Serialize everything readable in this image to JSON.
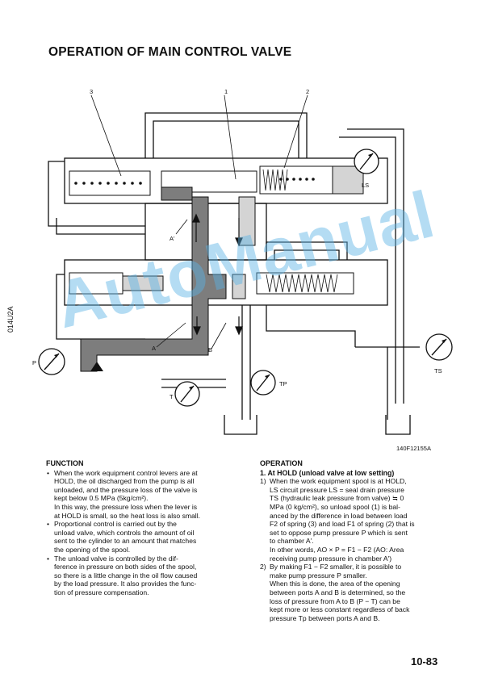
{
  "title": "OPERATION OF MAIN CONTROL VALVE",
  "side_code": "014U2A",
  "figure_code": "140F12155A",
  "diagram_labels": {
    "n1": "1",
    "n2": "2",
    "n3": "3",
    "a_prime": "A'",
    "a": "A",
    "b": "B",
    "ls": "LS",
    "ts": "TS",
    "tp": "TP",
    "p": "P",
    "t": "T"
  },
  "function": {
    "heading": "FUNCTION",
    "bullets": [
      [
        "When the work equipment control levers are at",
        "HOLD, the oil discharged from the pump is all",
        "unloaded, and the pressure loss of the valve is",
        "kept below 0.5 MPa (5kg/cm²).",
        "In this way, the pressure loss when the lever is",
        "at HOLD is small, so the heat loss is also small."
      ],
      [
        "Proportional control is carried out by the",
        "unload valve, which controls the amount of oil",
        "sent to the cylinder to an amount that matches",
        "the opening of the spool."
      ],
      [
        "The unload valve is controlled by the dif-",
        "ference in pressure on both sides of the spool,",
        "so there is a little change in the oil flow caused",
        "by the load pressure. It also provides the func-",
        "tion of pressure compensation."
      ]
    ]
  },
  "operation": {
    "heading": "OPERATION",
    "subheading": "1. At HOLD (unload valve at low setting)",
    "items": [
      {
        "num": "1)",
        "lines": [
          "When the work equipment spool is at HOLD,",
          "LS circuit pressure LS = seal drain pressure",
          "TS (hydraulic leak pressure from valve) ≒ 0",
          "MPa (0 kg/cm²), so unload spool (1) is bal-",
          "anced by the difference in load between load",
          "F2 of spring (3) and load F1 of spring (2) that is",
          "set to oppose pump pressure P which is sent",
          "to chamber A'.",
          "In other words, AO × P = F1 − F2 (AO: Area",
          "receiving pump pressure in chamber A')"
        ]
      },
      {
        "num": "2)",
        "lines": [
          "By making F1 − F2 smaller, it is possible to",
          "make pump pressure P smaller.",
          "When this is done, the area of the opening",
          "between ports A and B is determined, so the",
          "loss of pressure from A to B (P − T) can be",
          "kept more or less constant regardless of back",
          "pressure Tp between ports A and B."
        ]
      }
    ]
  },
  "watermark": "AutoManual",
  "page_number": "10-83",
  "colors": {
    "ink": "#111111",
    "fill_gray": "#7d7d7d",
    "light_gray": "#d4d4d4",
    "watermark": "#5ab3e6"
  }
}
